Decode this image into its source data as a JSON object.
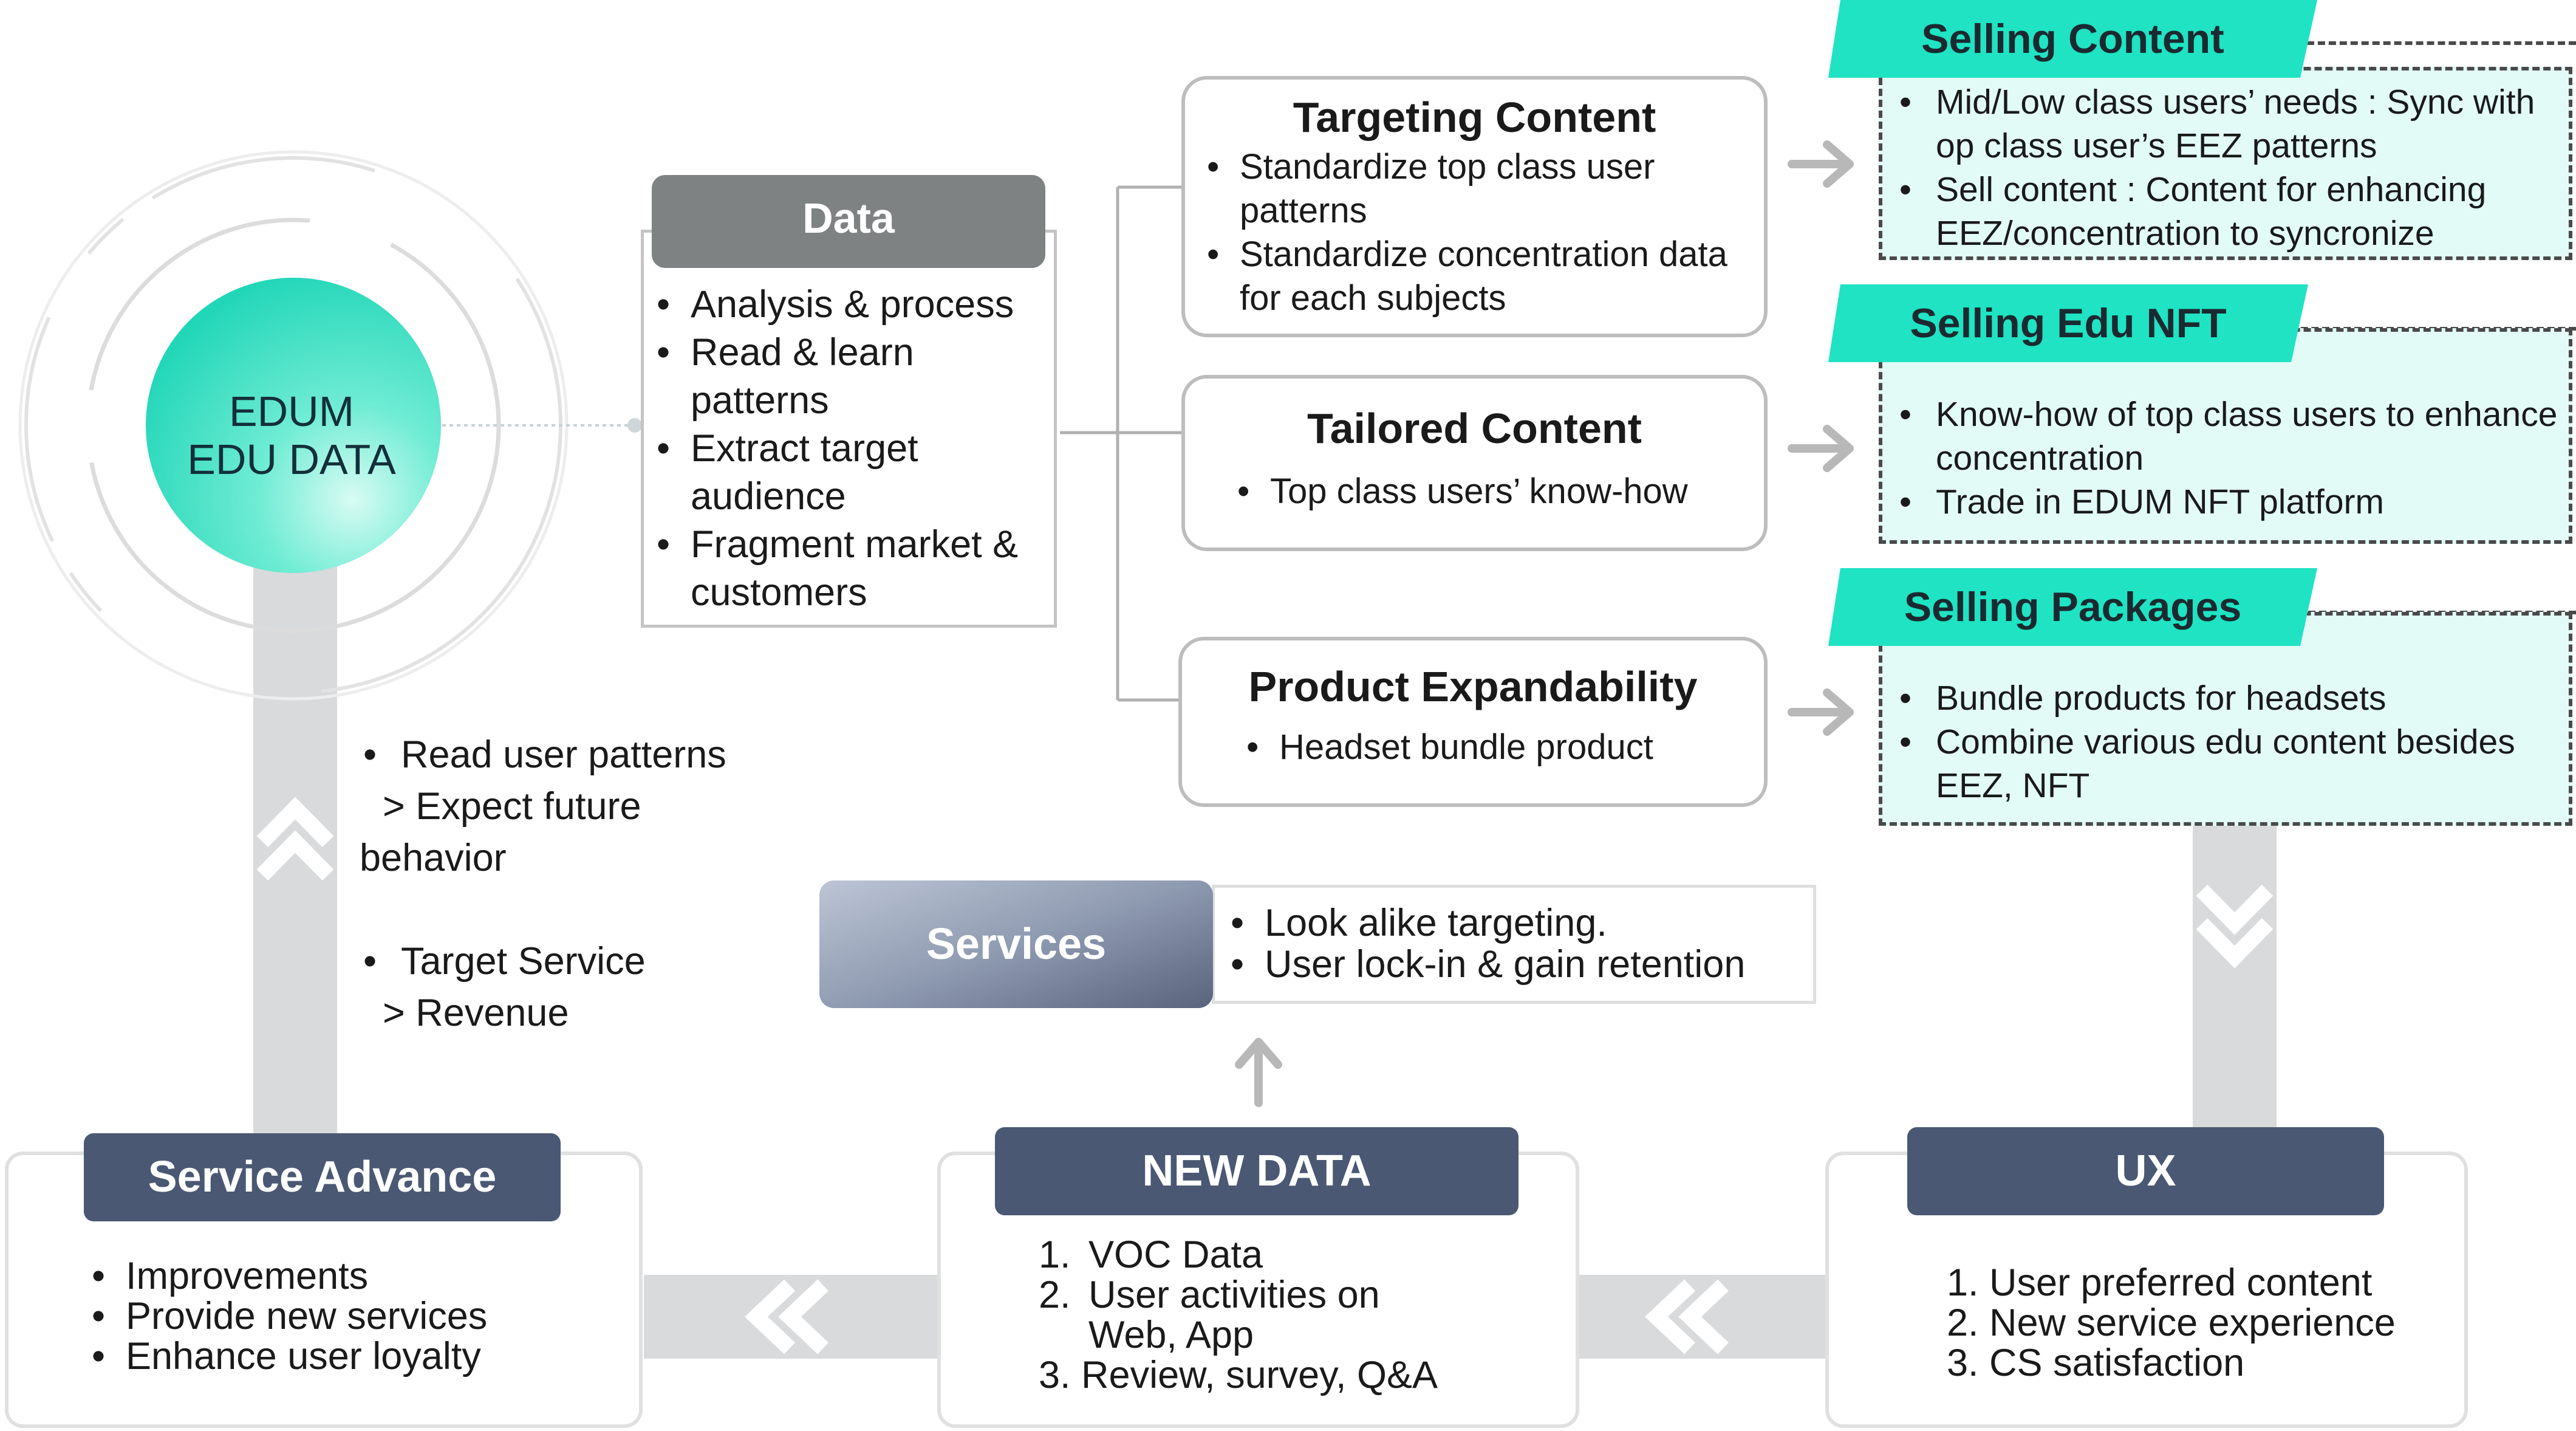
{
  "hub": {
    "line1": "EDUM",
    "line2": "EDU DATA"
  },
  "data_box": {
    "title": "Data",
    "items": [
      "Analysis & process",
      "Read & learn patterns",
      "Extract target audience",
      "Fragment market & customers"
    ]
  },
  "content": [
    {
      "title": "Targeting Content",
      "items": [
        "Standardize top class user patterns",
        "Standardize concentration data for each subjects"
      ]
    },
    {
      "title": "Tailored Content",
      "items": [
        "Top class users’ know-how"
      ]
    },
    {
      "title": "Product Expandability",
      "items": [
        "Headset bundle product"
      ]
    }
  ],
  "selling": [
    {
      "title": "Selling Content",
      "items": [
        "Mid/Low class users’ needs : Sync with op class user’s EEZ patterns",
        "Sell content : Content for enhancing EEZ/concentration to syncronize"
      ]
    },
    {
      "title": "Selling Edu NFT",
      "items": [
        "Know-how of top class users to enhance concentration",
        "Trade in EDUM NFT platform"
      ]
    },
    {
      "title": "Selling Packages",
      "items": [
        "Bundle products for headsets",
        "Combine various edu content besides EEZ, NFT"
      ]
    }
  ],
  "services": {
    "title": "Services",
    "items": [
      "Look alike targeting.",
      "User lock-in & gain retention"
    ]
  },
  "left_notes": {
    "item1": "Read user patterns",
    "item1_sub": "> Expect future",
    "item1_cont": "behavior",
    "item2": "Target Service",
    "item2_sub": "> Revenue"
  },
  "service_advance": {
    "title": "Service Advance",
    "items": [
      "Improvements",
      "Provide new services",
      "Enhance user loyalty"
    ]
  },
  "new_data": {
    "title": "NEW DATA",
    "n1": "1.",
    "item1": "VOC Data",
    "n2": "2.",
    "item2a": "User activities on",
    "item2b": "Web, App",
    "item3": "3. Review, survey, Q&A"
  },
  "ux": {
    "title": "UX",
    "items": [
      "1. User preferred content",
      "2. New service experience",
      "3. CS satisfaction"
    ]
  },
  "colors": {
    "teal": "#1fe3c3",
    "mint_bg": "#e2fbf7",
    "navy": "#4a5873",
    "gray_header": "#7f8283"
  }
}
